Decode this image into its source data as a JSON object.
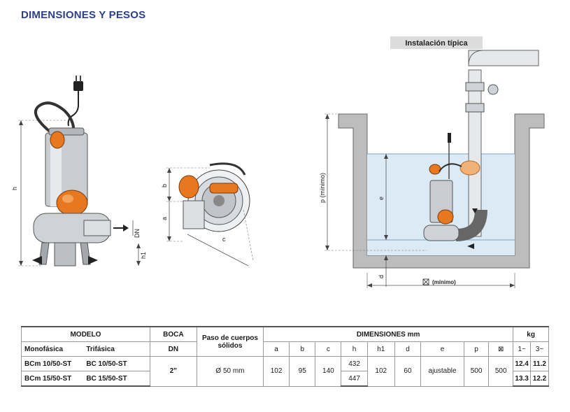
{
  "title": "DIMENSIONES Y PESOS",
  "install_title": "Instalación típica",
  "labels": {
    "h": "h",
    "h1": "h1",
    "dn": "DN",
    "a": "a",
    "b": "b",
    "c": "c",
    "p": "p  (mínimo)",
    "e": "e",
    "d": "d",
    "width": "(mínimo)"
  },
  "table": {
    "head": {
      "modelo": "MODELO",
      "monofasica": "Monofásica",
      "trifasica": "Trifásica",
      "boca": "BOCA",
      "dn": "DN",
      "paso": "Paso de cuerpos sólidos",
      "dimensiones": "DIMENSIONES mm",
      "kg": "kg",
      "cols": [
        "a",
        "b",
        "c",
        "h",
        "h1",
        "d",
        "e",
        "p",
        "⊠"
      ],
      "kg1": "1~",
      "kg3": "3~"
    },
    "rows": [
      {
        "mono": "BCm 10/50-ST",
        "tri": "BC 10/50-ST",
        "h": "432",
        "kg1": "12.4",
        "kg3": "11.2"
      },
      {
        "mono": "BCm 15/50-ST",
        "tri": "BC 15/50-ST",
        "h": "447",
        "kg1": "13.3",
        "kg3": "12.2"
      }
    ],
    "shared": {
      "boca": "2\"",
      "paso": "Ø 50 mm",
      "a": "102",
      "b": "95",
      "c": "140",
      "h1": "102",
      "d": "60",
      "e": "ajustable",
      "p": "500",
      "w": "500"
    }
  }
}
